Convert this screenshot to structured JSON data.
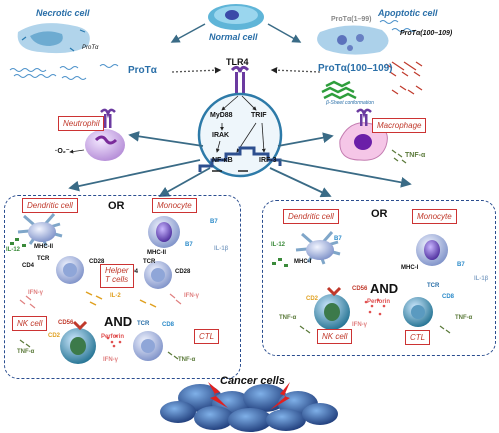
{
  "top": {
    "necrotic_cell": "Necrotic cell",
    "normal_cell": "Normal cell",
    "apoptotic_cell": "Apoptotic cell",
    "prota_small_left": "ProTα",
    "prota_1_99": "ProTα(1–99)",
    "prota_100_109_small": "ProTα(100–109)",
    "prota_left": "ProTα",
    "prota_100_109": "ProTα(100–109)",
    "beta_sheet": "β-Sheet conformation",
    "tlr4": "TLR4"
  },
  "signaling": {
    "myd88": "MyD88",
    "trif": "TRIF",
    "irak": "IRAK",
    "nfkb": "NF-κB",
    "irf3": "IRF-3"
  },
  "middle": {
    "neutrophil": "Neutrophil",
    "superoxide": "·O₂⁻",
    "macrophage": "Macrophage",
    "tnf_macro": "TNF-α"
  },
  "left_panel": {
    "dendritic_cell": "Dendritic cell",
    "or": "OR",
    "monocyte": "Monocyte",
    "b7_top": "B7",
    "b7_mid": "B7",
    "il12": "IL-12",
    "il1b": "IL-1β",
    "mhc_ii_a": "MHC-II",
    "mhc_ii_b": "MHC-II",
    "tcr_a": "TCR",
    "tcr_b": "TCR",
    "cd4_a": "CD4",
    "cd4_b": "CD4",
    "cd28_a": "CD28",
    "cd28_b": "CD28",
    "helper": "Helper\nT cells",
    "ifn_a": "IFN-γ",
    "il2": "IL-2",
    "ifn_b": "IFN-γ",
    "and": "AND",
    "nk_cell": "NK cell",
    "cd56": "CD56",
    "cd2": "CD2",
    "perforin": "Perforin",
    "tnf_nk": "TNF-α",
    "ifn_nk": "IFN-γ",
    "tcr_c": "TCR",
    "cd8": "CD8",
    "ctl": "CTL",
    "tnf_ctl": "TNF-α"
  },
  "right_panel": {
    "dendritic_cell": "Dendritic cell",
    "or": "OR",
    "monocyte": "Monocyte",
    "b7_a": "B7",
    "b7_b": "B7",
    "il12": "IL-12",
    "il1b": "IL-1β",
    "mhc_i_a": "MHC-I",
    "mhc_i_b": "MHC-I",
    "and": "AND",
    "cd56": "CD56",
    "cd2": "CD2",
    "perforin": "Perforin",
    "tnf_nk": "TNF-α",
    "ifn": "IFN-γ",
    "nk_cell": "NK cell",
    "tcr": "TCR",
    "cd8": "CD8",
    "ctl": "CTL",
    "tnf_ctl": "TNF-α"
  },
  "bottom": {
    "cancer_cells": "Cancer cells"
  }
}
